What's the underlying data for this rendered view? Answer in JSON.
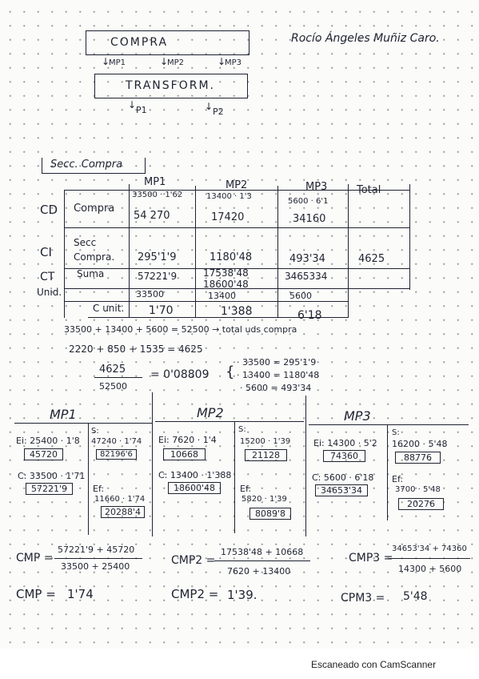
{
  "author": "Rocío Ángeles Muñiz Caro.",
  "diagram": {
    "compra": "COMPRA",
    "transform": "TRANSFORM.",
    "mp_arrows": [
      "MP1",
      "MP2",
      "MP3"
    ],
    "p_arrows": [
      "P1",
      "P2"
    ]
  },
  "section_title": "Secc. Compra",
  "table": {
    "headers": [
      "MP1",
      "MP2",
      "MP3",
      "Total"
    ],
    "rows": {
      "cd_label": "CD",
      "compra_label": "Compra",
      "cd_mp1_a": "33500 · 1'62",
      "cd_mp1_b": "54 270",
      "cd_mp2_a": "13400 · 1'3",
      "cd_mp2_b": "17420",
      "cd_mp3_a": "5600 · 6'1",
      "cd_mp3_b": "34160",
      "ci_label": "CI",
      "secc_label_1": "Secc",
      "secc_label_2": "Compra.",
      "ci_mp1": "295'1'9",
      "ci_mp2": "1180'48",
      "ci_mp3": "493'34",
      "ci_total": "4625",
      "ct_label": "CT",
      "suma_label": "Suma",
      "ct_mp1": "57221'9",
      "ct_mp2_a": "17538'48",
      "ct_mp2_b": "18600'48",
      "ct_mp3": "3465334",
      "unid_label": "Unid.",
      "unid_mp1": "33500",
      "unid_mp2": "13400",
      "unid_mp3": "5600",
      "cunit_label": "C unit.",
      "cunit_mp1": "1'70",
      "cunit_mp2": "1'388",
      "cunit_mp3": "6'18"
    }
  },
  "calcs": {
    "line1": "33500 + 13400 + 5600 = 52500 → total uds compra",
    "line2": "2220 + 850 + 1535 = 4625",
    "frac_num": "4625",
    "frac_den": "52500",
    "frac_res": "= 0'08809",
    "b1": "· 33500 = 295'1'9",
    "b2": "· 13400 = 1180'48",
    "b3": "· 5600 = 493'34"
  },
  "mp_blocks": [
    {
      "title": "MP1",
      "ei": "Ei: 25400 · 1'8",
      "ei_res": "45720",
      "s_label": "S:",
      "s1": "47240 · 1'74",
      "s1_res": "82196'6",
      "c": "C: 33500 · 1'71",
      "c_res": "57221'9",
      "ef": "Ef:",
      "ef1": "11660 · 1'74",
      "ef1_res": "20288'4"
    },
    {
      "title": "MP2",
      "ei": "Ei: 7620 · 1'4",
      "ei_res": "10668",
      "s_label": "S:",
      "s1": "15200 · 1'39",
      "s1_res": "21128",
      "c": "C: 13400 · 1'388",
      "c_res": "18600'48",
      "ef": "Ef:",
      "ef1": "5820 · 1'39",
      "ef1_res": "8089'8"
    },
    {
      "title": "MP3",
      "ei": "Ei: 14300 · 5'2",
      "ei_res": "74360",
      "s_label": "S:",
      "s1": "16200 · 5'48",
      "s1_res": "88776",
      "c": "C: 5600 · 6'18",
      "c_res": "34653'34",
      "ef": "Ef:",
      "ef1": "3700 · 5'48",
      "ef1_res": "20276"
    }
  ],
  "cmp": [
    {
      "label": "CMP =",
      "num": "57221'9 + 45720",
      "den": "33500 + 25400",
      "result_label": "CMP =",
      "result": "1'74"
    },
    {
      "label": "CMP2 =",
      "num": "17538'48 + 10668",
      "den": "7620 + 13400",
      "result_label": "CMP2 =",
      "result": "1'39."
    },
    {
      "label": "CMP3 =",
      "num": "34653'34 + 74360",
      "den": "14300 + 5600",
      "result_label": "CPM3 =",
      "result": "5'48"
    }
  ],
  "footer": "Escaneado con CamScanner",
  "colors": {
    "ink": "#1f2330",
    "paper": "#fbfbfa",
    "dots": "#9a9a9a"
  }
}
